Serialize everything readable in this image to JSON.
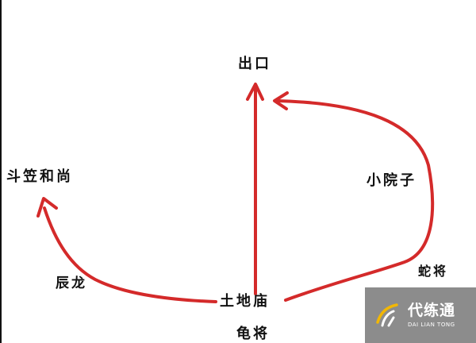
{
  "diagram": {
    "labels": {
      "exit": "出口",
      "monk": "斗笠和尚",
      "yard": "小院子",
      "dragon": "辰龙",
      "temple": "土地庙",
      "turtle": "龟将",
      "snake": "蛇将"
    },
    "arrow_color": "#d42a2a"
  },
  "watermark": {
    "brand": "代练通",
    "subtitle": "DAI LIAN TONG"
  }
}
